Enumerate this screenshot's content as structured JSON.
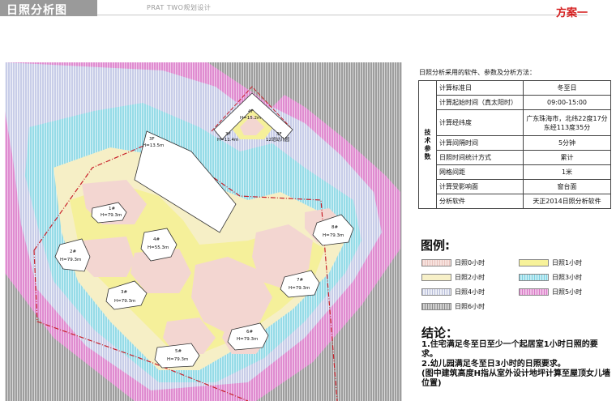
{
  "header": {
    "title": "日照分析图",
    "subtitle": "PRAT   TWO规划设计",
    "scheme": "方案一"
  },
  "site": {
    "buildings": [
      {
        "id": "b3",
        "label": "3F",
        "height": "H=13.5m"
      },
      {
        "id": "b4t",
        "label": "4F",
        "height": "H=15.2m"
      },
      {
        "id": "b3l",
        "label": "3F",
        "height": "H=11.4m"
      },
      {
        "id": "b3r",
        "label": "3F",
        "height": "12班幼儿园"
      },
      {
        "id": "b1",
        "label": "1#",
        "height": "H=79.3m"
      },
      {
        "id": "b2",
        "label": "2#",
        "height": "H=79.3m"
      },
      {
        "id": "b4",
        "label": "4#",
        "height": "H=55.3m"
      },
      {
        "id": "b3h",
        "label": "3#",
        "height": "H=79.3m"
      },
      {
        "id": "b5",
        "label": "5#",
        "height": "H=79.3m"
      },
      {
        "id": "b6",
        "label": "6#",
        "height": "H=79.3m"
      },
      {
        "id": "b7",
        "label": "7#",
        "height": "H=79.3m"
      },
      {
        "id": "b8",
        "label": "8#",
        "height": "H=79.3m"
      }
    ]
  },
  "params": {
    "title": "日照分析采用的软件、参数及分析方法：",
    "side_label": "技术参数",
    "rows": [
      {
        "key": "计算标准日",
        "value": "冬至日"
      },
      {
        "key": "计算起始时间（真太阳时）",
        "value": "09:00-15:00"
      },
      {
        "key": "计算经纬度",
        "value": "广东珠海市，北纬22度17分 东经113度35分"
      },
      {
        "key": "计算间隔时间",
        "value": "5分钟"
      },
      {
        "key": "日照时间统计方式",
        "value": "累计"
      },
      {
        "key": "网格间距",
        "value": "1米"
      },
      {
        "key": "计算受影响面",
        "value": "窗台面"
      },
      {
        "key": "分析软件",
        "value": "天正2014日照分析软件"
      }
    ]
  },
  "legend": {
    "title": "图例:",
    "items": [
      {
        "label": "日照0小时",
        "color": "#f2d8d4"
      },
      {
        "label": "日照1小时",
        "color": "#f7f29a"
      },
      {
        "label": "日照2小时",
        "color": "#f7f0c8"
      },
      {
        "label": "日照3小时",
        "color": "#a8e2ec"
      },
      {
        "label": "日照4小时",
        "color": "#e9ecf3"
      },
      {
        "label": "日照5小时",
        "color": "#e890d0"
      },
      {
        "label": "日照6小时",
        "color": "#b8b8b8"
      }
    ]
  },
  "conclusion": {
    "title": "结论：",
    "lines": [
      "1.住宅满足冬至日至少一个起居室1小时日照的要求。",
      "2.幼儿园满足冬至日3小时的日照要求。",
      "(图中建筑高度H指从室外设计地坪计算至屋顶女儿墙位置)"
    ]
  }
}
